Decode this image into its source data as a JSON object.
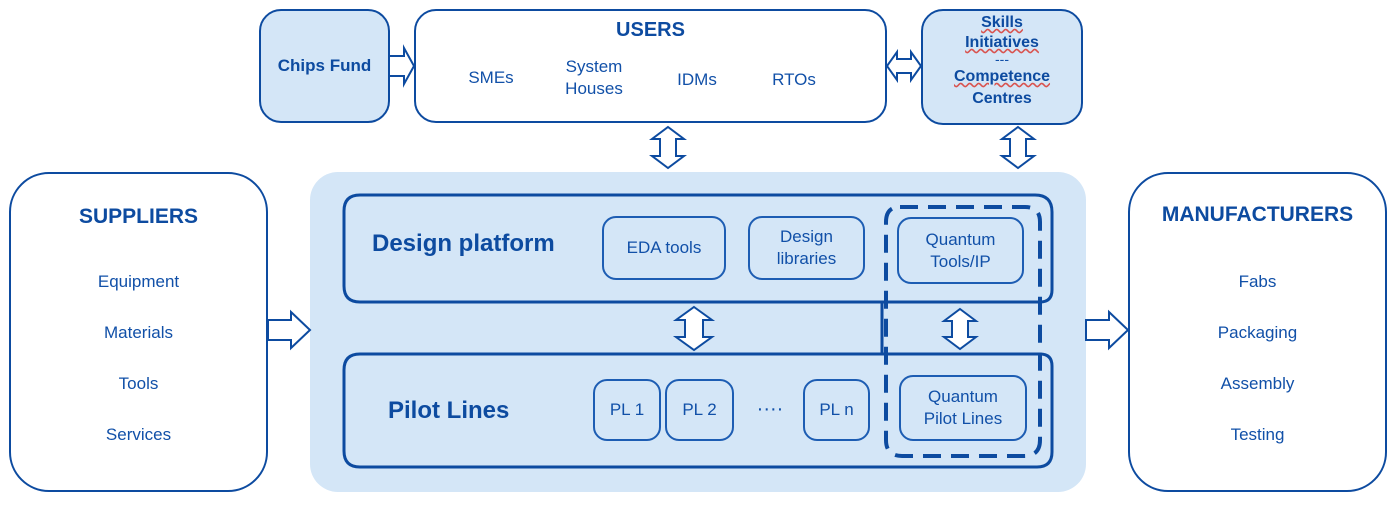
{
  "users": {
    "title": "USERS",
    "items": [
      "SMEs",
      "System\nHouses",
      "IDMs",
      "RTOs"
    ]
  },
  "chips_fund": {
    "label": "Chips Fund"
  },
  "skills": {
    "line1": "Skills",
    "line2": "Initiatives",
    "separator": "---",
    "line3": "Competence",
    "line4": "Centres"
  },
  "suppliers": {
    "title": "SUPPLIERS",
    "items": [
      "Equipment",
      "Materials",
      "Tools",
      "Services"
    ]
  },
  "manufacturers": {
    "title": "MANUFACTURERS",
    "items": [
      "Fabs",
      "Packaging",
      "Assembly",
      "Testing"
    ]
  },
  "design_platform": {
    "title": "Design platform",
    "items": [
      "EDA tools",
      "Design\nlibraries"
    ],
    "quantum": "Quantum\nTools/IP"
  },
  "pilot_lines": {
    "title": "Pilot Lines",
    "items": [
      "PL 1",
      "PL 2",
      "PL n"
    ],
    "ellipsis": "····",
    "quantum": "Quantum\nPilot Lines"
  },
  "colors": {
    "stroke": "#0d4ba0",
    "fill": "#d4e6f7",
    "text": "#1150a8"
  }
}
